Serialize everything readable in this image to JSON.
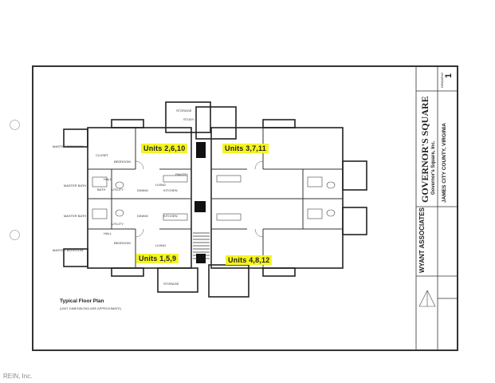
{
  "units": {
    "top_left": "Units 2,6,10",
    "top_right": "Units 3,7,11",
    "bottom_left": "Units 1,5,9",
    "bottom_right": "Units 4,8,12"
  },
  "room_labels": {
    "master_bedroom": "MASTER BEDROOM",
    "closet": "CLOSET",
    "bedroom": "BEDROOM",
    "living": "LIVING",
    "dining": "DINING",
    "kitchen": "KITCHEN",
    "pantry": "PANTRY",
    "master_bath": "MASTER BATH",
    "bath": "BATH",
    "utility": "UTILITY",
    "hall": "HALL",
    "storage": "STORAGE",
    "study": "STUDY"
  },
  "plan_caption": "Typical Floor Plan",
  "plan_subcaption": "(UNIT DIMENSIONS ARE APPROXIMATE)",
  "title_block": {
    "project_title": "GOVERNOR'S SQUARE",
    "project_subtitle": "Governor's Square, Inc.",
    "location": "JAMES CITY COUNTY, VIRGINIA",
    "firm": "WYANT ASSOCIATES",
    "drawing_number": "1",
    "drawing_label": "DRAWING"
  },
  "watermark": "REIN, Inc."
}
